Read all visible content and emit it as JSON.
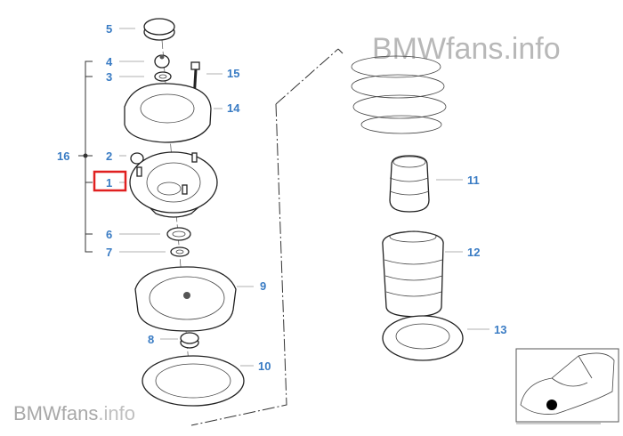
{
  "watermark": {
    "top": "BMWfans.info",
    "bottom_brand": "BMWfans",
    "bottom_suffix": ".info"
  },
  "callouts": {
    "c1": "1",
    "c2": "2",
    "c3": "3",
    "c4": "4",
    "c5": "5",
    "c6": "6",
    "c7": "7",
    "c8": "8",
    "c9": "9",
    "c10": "10",
    "c11": "11",
    "c12": "12",
    "c13": "13",
    "c14": "14",
    "c15": "15",
    "c16": "16"
  },
  "selected_callout": "1",
  "colors": {
    "callout": "#3a7cc4",
    "highlight": "#e02020",
    "watermark": "#b8b8b8"
  }
}
